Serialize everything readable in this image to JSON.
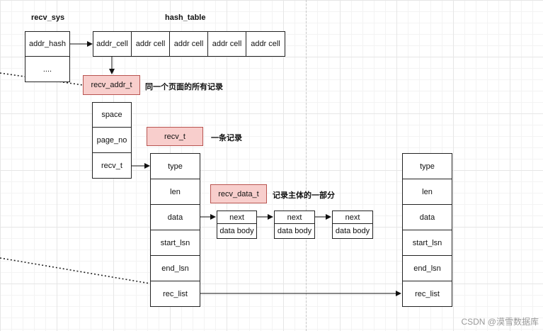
{
  "recv_sys": {
    "title": "recv_sys",
    "rows": [
      "addr_hash",
      "...."
    ]
  },
  "hash_table": {
    "title": "hash_table",
    "cells": [
      "addr_cell",
      "addr cell",
      "addr cell",
      "addr cell",
      "addr cell"
    ]
  },
  "recv_addr_t": {
    "label": "recv_addr_t",
    "note": "同一个页面的所有记录",
    "rows": [
      "space",
      "page_no",
      "recv_t"
    ]
  },
  "recv_t": {
    "label": "recv_t",
    "note": "一条记录",
    "rows": [
      "type",
      "len",
      "data",
      "start_lsn",
      "end_lsn",
      "rec_list"
    ]
  },
  "recv_t_right": {
    "rows": [
      "type",
      "len",
      "data",
      "start_lsn",
      "end_lsn",
      "rec_list"
    ]
  },
  "recv_data_t": {
    "label": "recv_data_t",
    "note": "记录主体的一部分",
    "nodes": [
      {
        "next": "next",
        "body": "data body"
      },
      {
        "next": "next",
        "body": "data body"
      },
      {
        "next": "next",
        "body": "data body"
      }
    ]
  },
  "watermark": "CSDN @漠雪数据库",
  "colors": {
    "pink_fill": "#f8cecc",
    "pink_border": "#b85450",
    "line": "#222222"
  }
}
